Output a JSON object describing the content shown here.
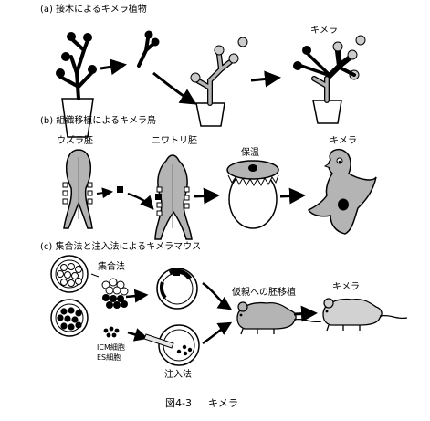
{
  "sections": {
    "a": {
      "heading": "(a) 接木によるキメラ植物",
      "result_label": "キメラ"
    },
    "b": {
      "heading": "(b) 組織移植によるキメラ鳥",
      "quail_label": "ウズラ胚",
      "chicken_label": "ニワトリ胚",
      "incubation_label": "保温",
      "result_label": "キメラ"
    },
    "c": {
      "heading": "(c) 集合法と注入法によるキメラマウス",
      "aggregation_label": "集合法",
      "injection_label": "注入法",
      "icm_label": "ICM細胞",
      "es_label": "ES細胞",
      "transfer_label": "仮親への胚移植",
      "result_label": "キメラ"
    }
  },
  "caption": {
    "number": "図4-3",
    "title": "キメラ"
  },
  "colors": {
    "ink": "#000000",
    "gray": "#b4b4b4",
    "light": "#e6e6e6",
    "white": "#ffffff"
  }
}
